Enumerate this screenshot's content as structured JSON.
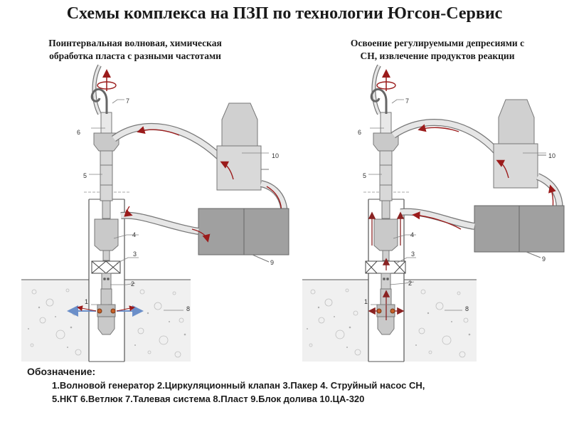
{
  "slide": {
    "title": "Схемы комплекса на ПЗП по технологии Югсон-Сервис",
    "left_scheme": {
      "caption_line1": "Поинтервальная волновая, химическая",
      "caption_line2": "обработка пласта с разными частотами"
    },
    "right_scheme": {
      "caption_line1": "Освоение  регулируемыми депресиями с",
      "caption_line2": "СН, извлечение продуктов реакции"
    },
    "callouts": [
      "1",
      "2",
      "3",
      "4",
      "5",
      "6",
      "7",
      "8",
      "9",
      "10"
    ],
    "legend": {
      "heading": "Обозначение:",
      "line1": "1.Волновой генератор 2.Циркуляционный клапан 3.Пакер 4. Струйный насос СН,",
      "line2": "5.НКТ 6.Ветлюк  7.Талевая система  8.Пласт  9.Блок долива  10.ЦА-320"
    },
    "colors": {
      "ground": "#f0f0f0",
      "equipment": "#c9c9c9",
      "block": "#9d9d9d",
      "flow_arrow": "#9b1b1b",
      "wave_arrow": "#6b8fc9",
      "callout": "#808080"
    }
  }
}
